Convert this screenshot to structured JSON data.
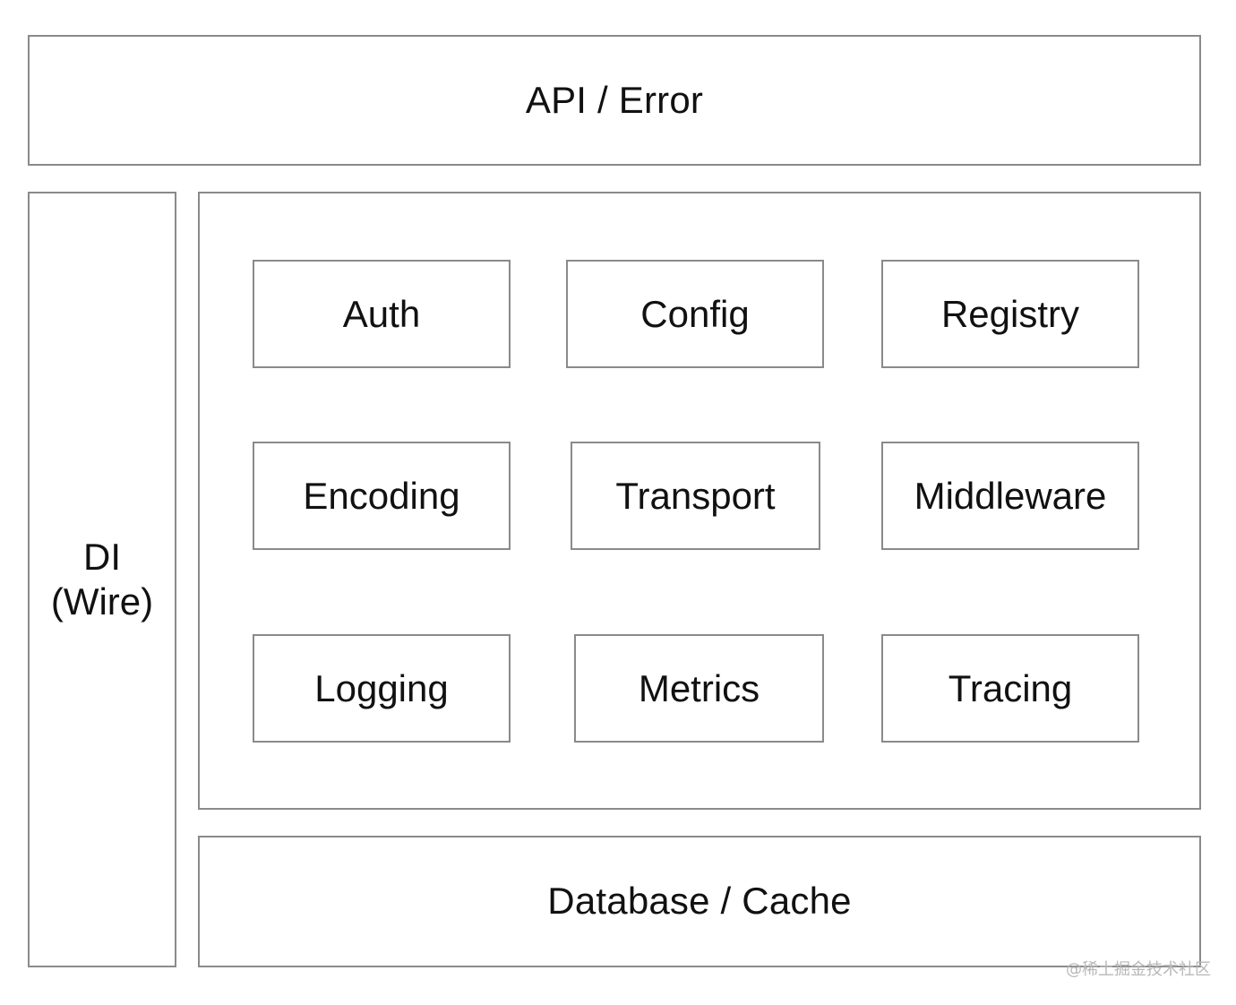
{
  "layers": {
    "top": "API / Error",
    "side": "DI\n(Wire)",
    "bottom": "Database / Cache"
  },
  "modules": {
    "auth": "Auth",
    "config": "Config",
    "registry": "Registry",
    "encoding": "Encoding",
    "transport": "Transport",
    "middleware": "Middleware",
    "logging": "Logging",
    "metrics": "Metrics",
    "tracing": "Tracing"
  },
  "watermark": "@稀土掘金技术社区",
  "colors": {
    "border": "#8a8a8a",
    "text": "#111111",
    "background": "#ffffff"
  }
}
